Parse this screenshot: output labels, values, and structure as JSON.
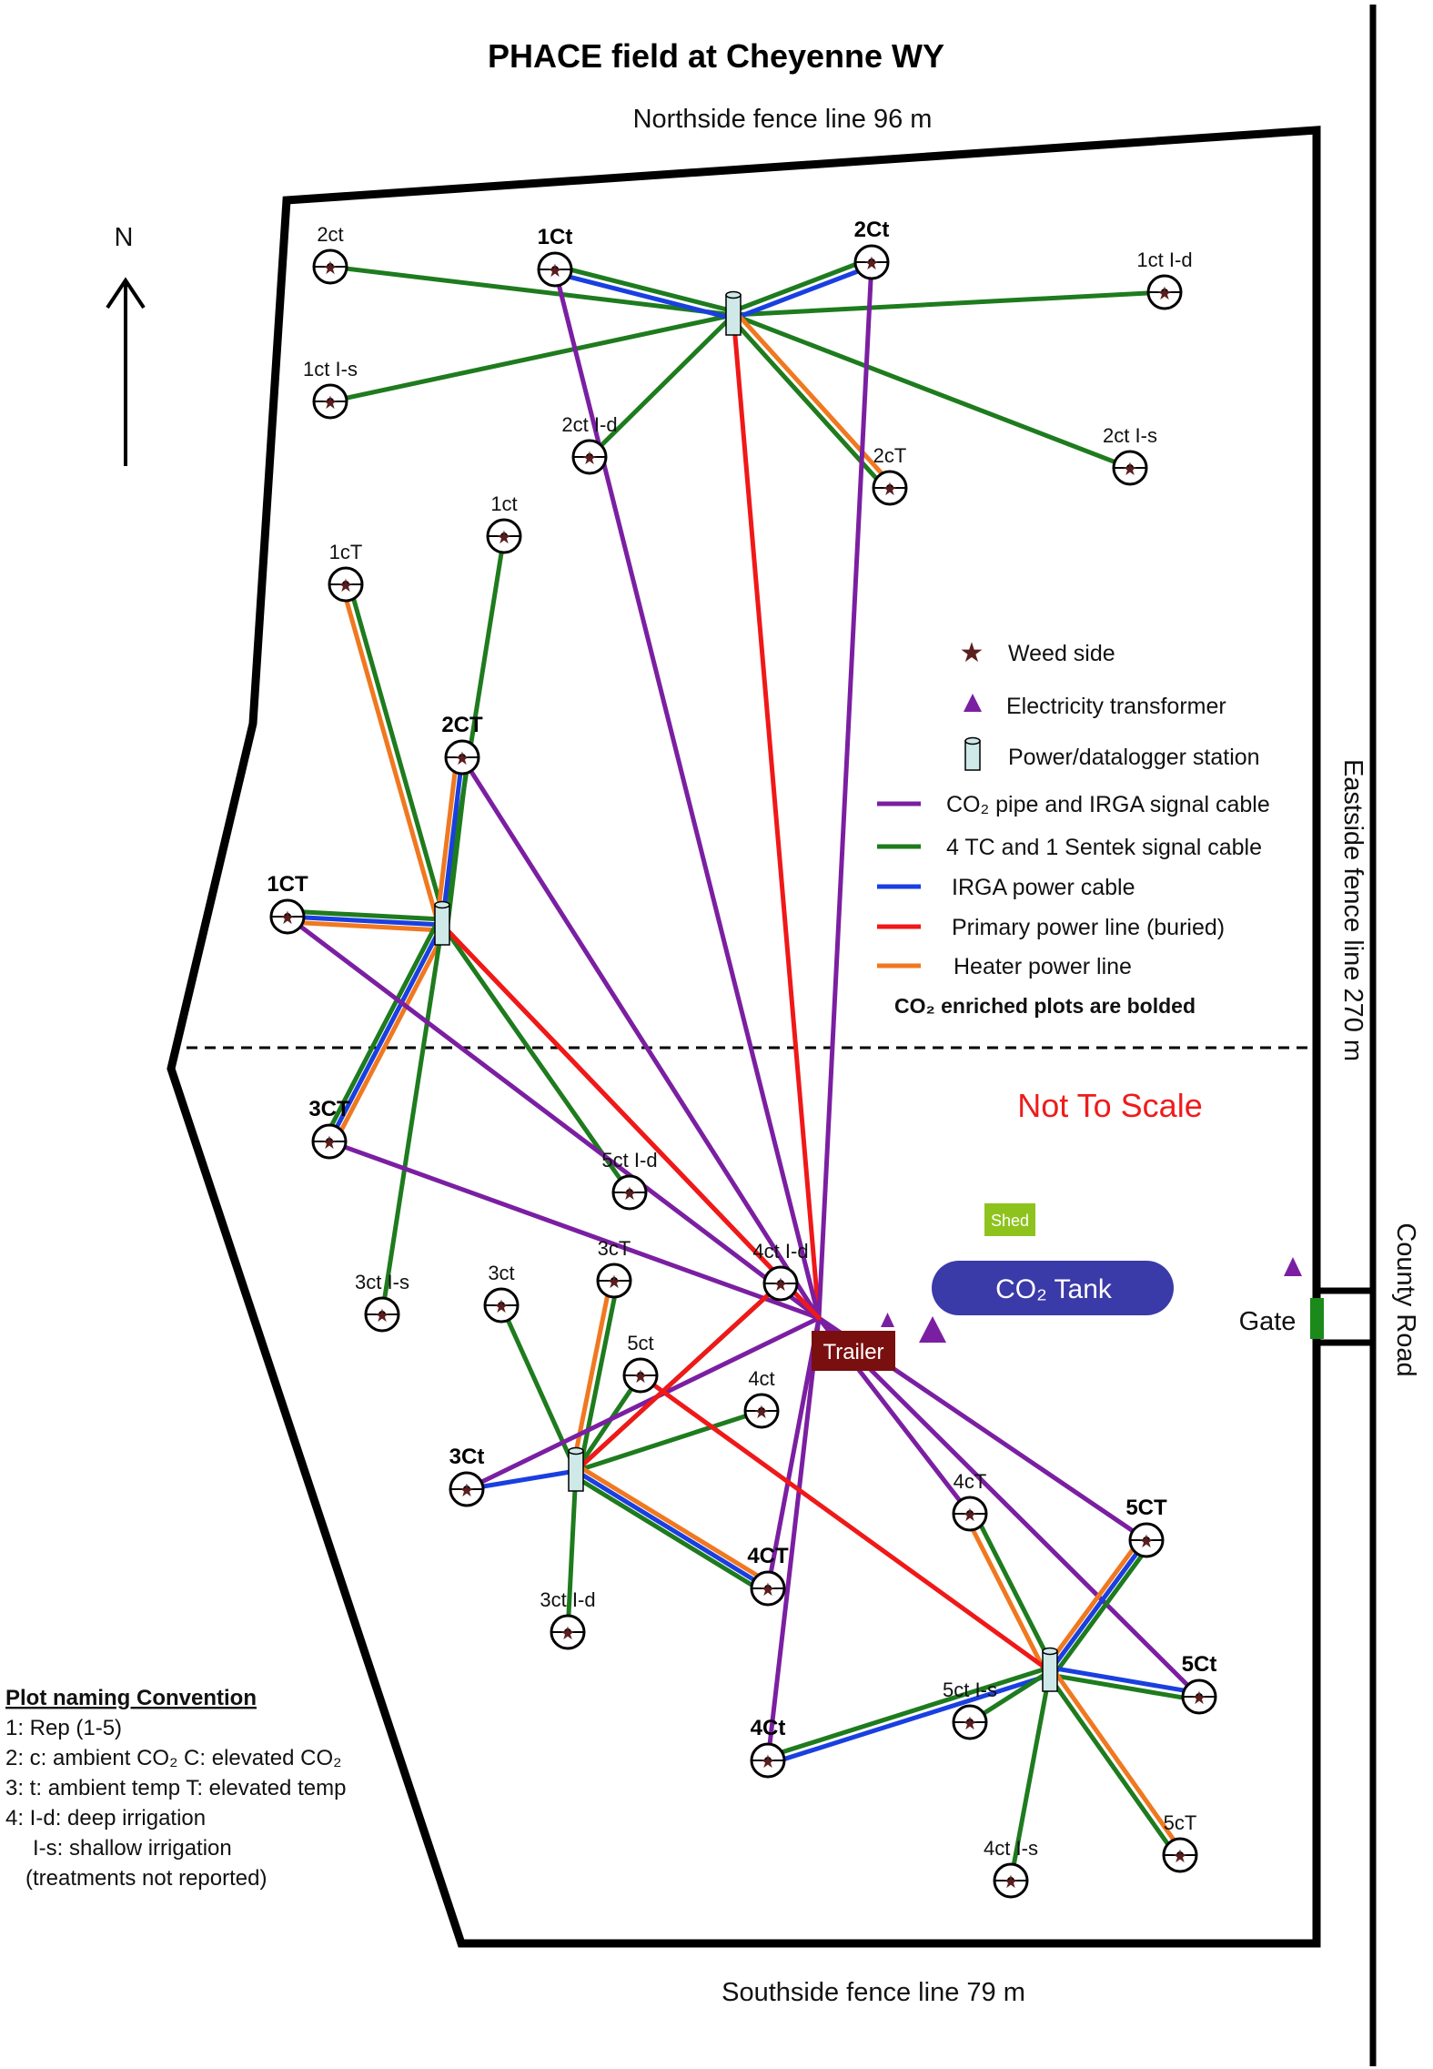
{
  "title": "PHACE field at Cheyenne WY",
  "north_label": "N",
  "fences": {
    "north": "Northside fence line 96 m",
    "east": "Eastside fence line 270 m",
    "south": "Southside fence line 79 m"
  },
  "road_label": "County Road",
  "gate_label": "Gate",
  "not_to_scale": "Not To Scale",
  "shed_label": "Shed",
  "tank_label": "CO₂ Tank",
  "trailer_label": "Trailer",
  "legend": {
    "weed_side": "Weed side",
    "transformer": "Electricity transformer",
    "station": "Power/datalogger station",
    "co2_pipe": "CO₂ pipe and IRGA signal cable",
    "tc_sentek": "4 TC and 1 Sentek signal cable",
    "irga_power": "IRGA power cable",
    "primary_power": "Primary power line (buried)",
    "heater_power": "Heater power line",
    "note": "CO₂ enriched plots are bolded"
  },
  "colors": {
    "co2_pipe": "#7b1fa2",
    "tc_sentek": "#1e7b1e",
    "irga_power": "#1a3fe0",
    "primary_power": "#f01818",
    "heater_power": "#f07820",
    "station": "#cfe9e9",
    "tank": "#3a3aa8",
    "trailer": "#7a0f0f",
    "shed": "#8ec31e",
    "gate": "#1b8a1b",
    "not_to_scale": "#ee1c1c",
    "weed_star": "#5a1e1e"
  },
  "naming_convention": {
    "heading": "Plot naming Convention",
    "lines": [
      "1: Rep (1-5)",
      "2: c: ambient CO₂  C: elevated  CO₂",
      "3: t: ambient temp  T: elevated temp",
      "4: I-d: deep irrigation",
      "I-s: shallow irrigation",
      "(treatments not reported)"
    ]
  },
  "plots": [
    {
      "id": "p1",
      "label": "2ct",
      "bold": false
    },
    {
      "id": "p2",
      "label": "1Ct",
      "bold": true
    },
    {
      "id": "p3",
      "label": "2Ct",
      "bold": true
    },
    {
      "id": "p4",
      "label": "1ct I-d",
      "bold": false
    },
    {
      "id": "p5",
      "label": "1ct I-s",
      "bold": false
    },
    {
      "id": "p6",
      "label": "2ct I-d",
      "bold": false
    },
    {
      "id": "p7",
      "label": "2cT",
      "bold": false
    },
    {
      "id": "p8",
      "label": "2ct I-s",
      "bold": false
    },
    {
      "id": "p9",
      "label": "1ct",
      "bold": false
    },
    {
      "id": "p10",
      "label": "1cT",
      "bold": false
    },
    {
      "id": "p11",
      "label": "2CT",
      "bold": true
    },
    {
      "id": "p12",
      "label": "1CT",
      "bold": true
    },
    {
      "id": "p13",
      "label": "3CT",
      "bold": true
    },
    {
      "id": "p14",
      "label": "5ct I-d",
      "bold": false
    },
    {
      "id": "p15",
      "label": "3ct I-s",
      "bold": false
    },
    {
      "id": "p16",
      "label": "3ct",
      "bold": false
    },
    {
      "id": "p17",
      "label": "3cT",
      "bold": false
    },
    {
      "id": "p18",
      "label": "4ct I-d",
      "bold": false
    },
    {
      "id": "p19",
      "label": "5ct",
      "bold": false
    },
    {
      "id": "p20",
      "label": "4ct",
      "bold": false
    },
    {
      "id": "p21",
      "label": "3Ct",
      "bold": true
    },
    {
      "id": "p22",
      "label": "4CT",
      "bold": true
    },
    {
      "id": "p23",
      "label": "3ct I-d",
      "bold": false
    },
    {
      "id": "p24",
      "label": "4cT",
      "bold": false
    },
    {
      "id": "p25",
      "label": "5CT",
      "bold": true
    },
    {
      "id": "p26",
      "label": "5Ct",
      "bold": true
    },
    {
      "id": "p27",
      "label": "5ct I-s",
      "bold": false
    },
    {
      "id": "p28",
      "label": "4Ct",
      "bold": true
    },
    {
      "id": "p29",
      "label": "5cT",
      "bold": false
    },
    {
      "id": "p30",
      "label": "4ct I-s",
      "bold": false
    }
  ]
}
